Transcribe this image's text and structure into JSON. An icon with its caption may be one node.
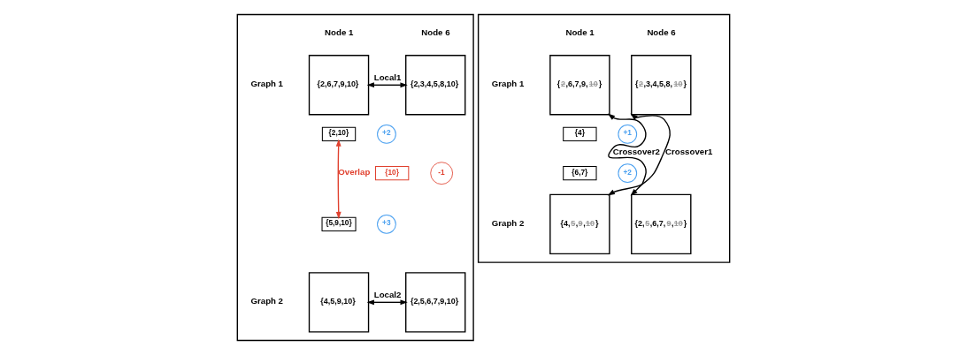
{
  "diagram": {
    "nodes": [
      {
        "text": [],
        "shape": "box"
      },
      {
        "text": [
          "{2,6,7,9,10}"
        ],
        "in": 0
      },
      {
        "text": [
          "{2,3,4,5,8,10}"
        ],
        "in": 0
      },
      {
        "text": [
          "+2"
        ],
        "in": 0
      },
      {
        "text": [
          "{2,10}"
        ],
        "in": 0
      },
      {
        "text": [
          "{10}"
        ],
        "in": 0
      },
      {
        "text": [
          "-1"
        ],
        "in": 0
      },
      {
        "text": [
          "{5,9,10}"
        ],
        "in": 0
      },
      {
        "text": [
          "{4,5,9,10}"
        ],
        "in": 0
      },
      {
        "text": [
          "{2,5,6,7,9,10}"
        ],
        "in": 0
      },
      {
        "text": [
          "+3"
        ],
        "in": 0
      },
      {
        "text": [],
        "shape": "box"
      },
      {
        "text": [
          "{2,6,7,9,10}"
        ],
        "in": 11
      },
      {
        "text": [
          "{2,3,4,5,8,10}"
        ],
        "in": 11
      },
      {
        "text": [
          "{4}"
        ],
        "in": 11
      },
      {
        "text": [
          "+1"
        ],
        "in": 11
      },
      {
        "text": [
          "{6,7}"
        ],
        "in": 11
      },
      {
        "text": [
          "+2"
        ],
        "in": 11
      },
      {
        "text": [
          "{4,5,9,10}"
        ],
        "in": 11
      },
      {
        "text": [
          "{2,5,6,7,9,10}"
        ],
        "in": 11
      }
    ],
    "edges": [
      {
        "from": 1,
        "to": 2,
        "arrow": "both",
        "label": "Local1"
      },
      {
        "from": 4,
        "to": 7,
        "arrow": "both",
        "label": "Overlap",
        "color": "#e0412f"
      },
      {
        "from": 8,
        "to": 9,
        "arrow": "both",
        "label": "Local2"
      },
      {
        "from": 12,
        "to": 19,
        "arrow": "both",
        "label": "Crossover2"
      },
      {
        "from": 18,
        "to": 13,
        "arrow": "both",
        "label": "Crossover1"
      }
    ],
    "labels": [
      "Node 1",
      "Node 6",
      "Graph 1",
      "Graph 2",
      "Node 1",
      "Node 6",
      "Graph 1",
      "Graph 2"
    ]
  }
}
